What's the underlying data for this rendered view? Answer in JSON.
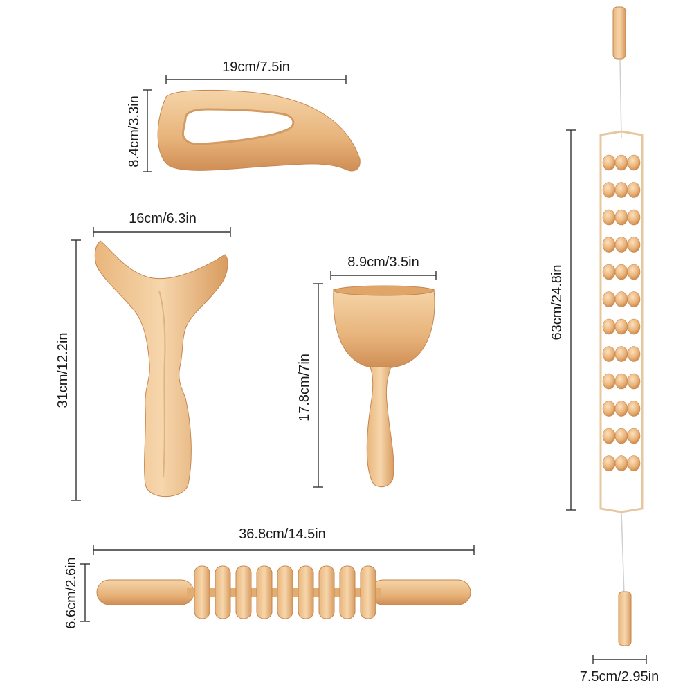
{
  "colors": {
    "background": "#ffffff",
    "wood_light": "#f3d1a4",
    "wood_mid": "#e2ad73",
    "wood_dark": "#c8864c",
    "dimension_line": "#333333"
  },
  "tools": [
    {
      "name": "lymphatic drainage paddle",
      "width_label": "19cm/7.5in",
      "height_label": "8.4cm/3.3in"
    },
    {
      "name": "y-shaped sculpting board",
      "width_label": "16cm/6.3in",
      "height_label": "31cm/12.2in"
    },
    {
      "name": "massage cup",
      "width_label": "8.9cm/3.5in",
      "height_label": "17.8cm/7in"
    },
    {
      "name": "roller stick",
      "width_label": "36.8cm/14.5in",
      "height_label": "6.6cm/2.6in"
    },
    {
      "name": "back roller rope",
      "height_label": "63cm/24.8in",
      "width_label": "7.5cm/2.95in"
    }
  ]
}
